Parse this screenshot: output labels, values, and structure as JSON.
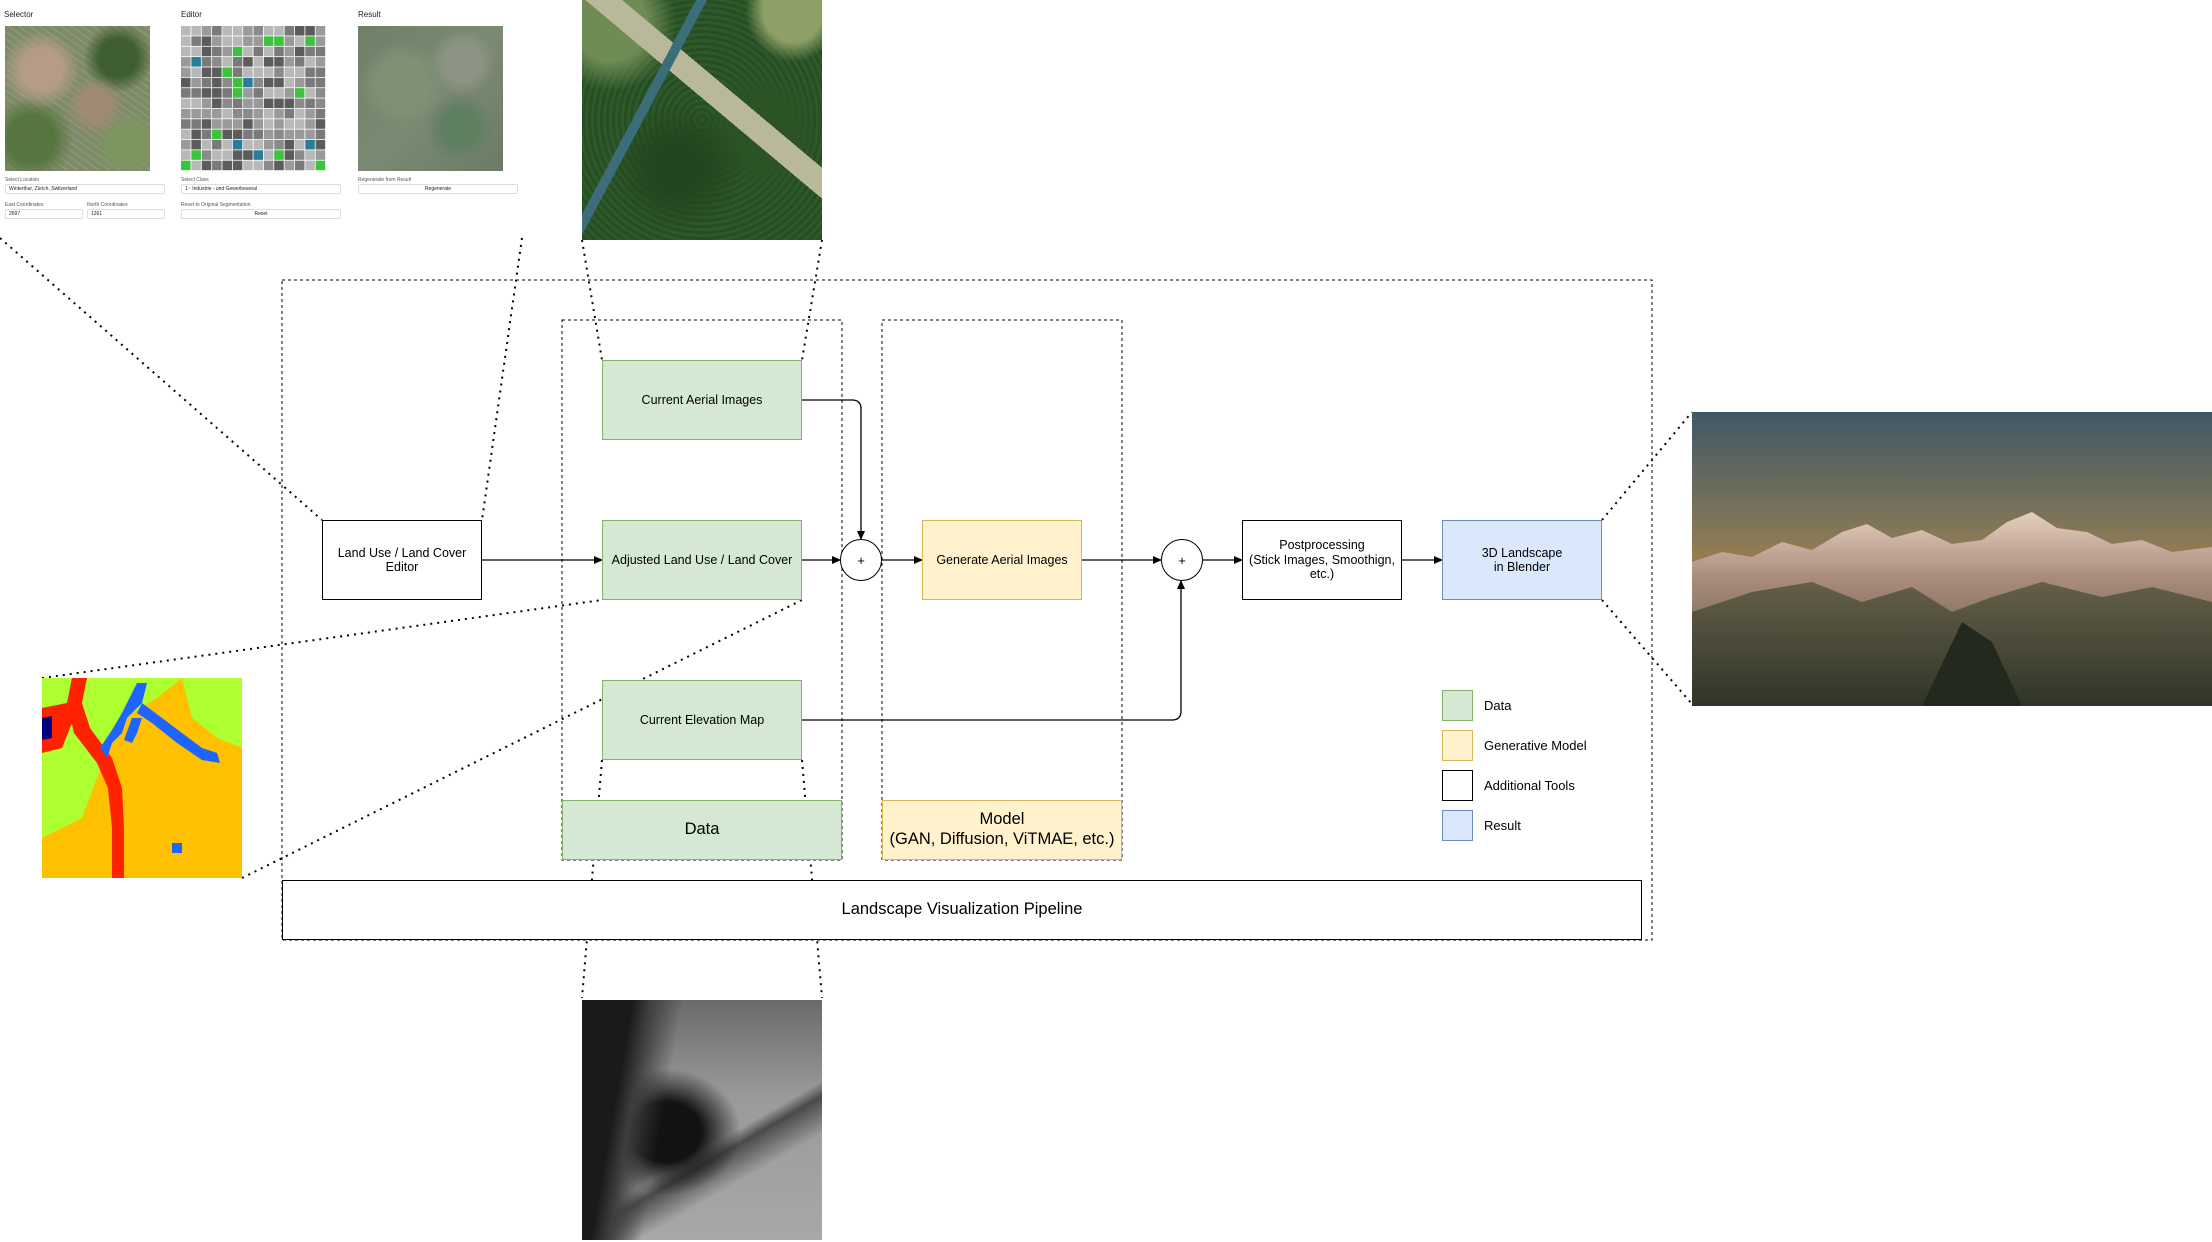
{
  "nodes": {
    "lulc_editor": "Land Use / Land Cover\nEditor",
    "current_aerial": "Current Aerial Images",
    "adjusted_lulc": "Adjusted Land Use / Land Cover",
    "current_elevation": "Current Elevation Map",
    "generate_aerial": "Generate Aerial Images",
    "postprocessing": "Postprocessing\n(Stick Images, Smoothign,\netc.)",
    "landscape_3d": "3D Landscape\nin Blender"
  },
  "operators": {
    "join_1": "+",
    "join_2": "+"
  },
  "groups": {
    "data": "Data",
    "model": "Model\n(GAN, Diffusion, ViTMAE, etc.)",
    "pipeline": "Landscape Visualization Pipeline"
  },
  "legend": [
    {
      "label": "Data",
      "color": "#d5e8d4"
    },
    {
      "label": "Generative Model",
      "color": "#fff2cc"
    },
    {
      "label": "Additional Tools",
      "color": "#ffffff"
    },
    {
      "label": "Result",
      "color": "#dae8fc"
    }
  ],
  "editor_ui": {
    "selector_title": "Selector",
    "editor_title": "Editor",
    "result_title": "Result",
    "select_location_label": "Select Location",
    "select_location_value": "Winterthur, Zürich, Switzerland",
    "east_label": "East Coordinates",
    "east_value": "2697",
    "north_label": "North Coordinates",
    "north_value": "1261",
    "select_class_label": "Select Class",
    "select_class_value": "1 - Industrie - und Gewerbeareal",
    "reset_label": "Reset to Original Segmentation",
    "reset_button": "Reset",
    "regen_label": "Regenerate from Result",
    "regen_button": "Regenerate"
  },
  "colors": {
    "data_fill": "#d5e8d4",
    "data_stroke": "#82b366",
    "model_fill": "#fff2cc",
    "model_stroke": "#d6b656",
    "result_fill": "#dae8fc",
    "result_stroke": "#6c8ebf"
  }
}
